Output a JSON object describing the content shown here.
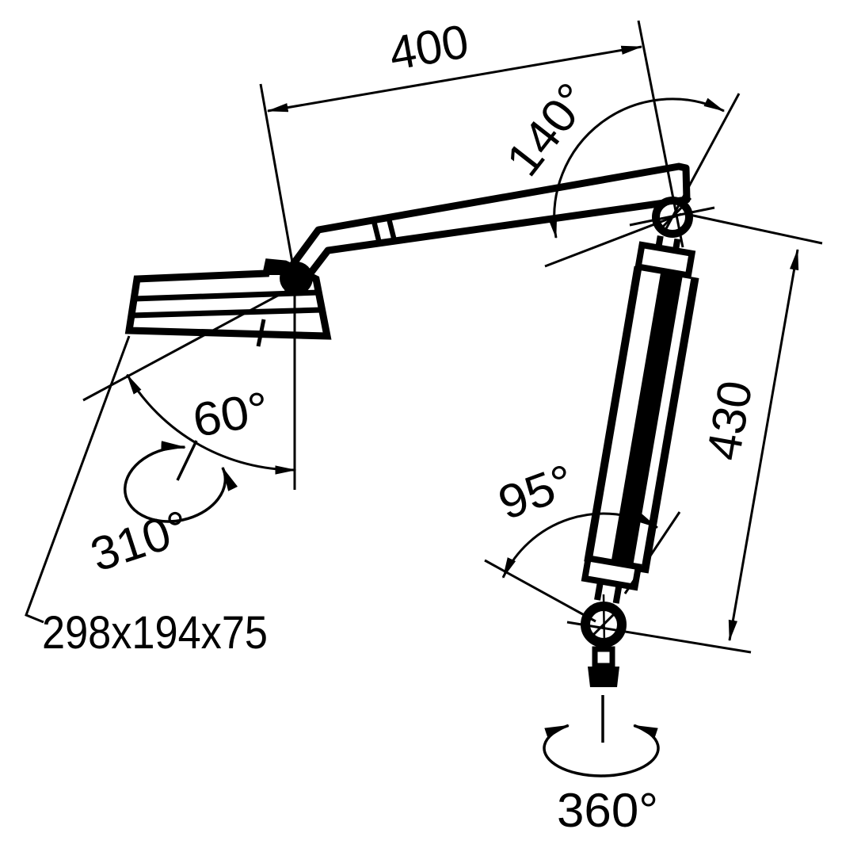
{
  "drawing": {
    "kind": "technical-dimension-diagram",
    "subject": "articulated desk lamp with arm lengths and joint rotation ranges",
    "background_color": "#ffffff",
    "line_color": "#000000"
  },
  "labels": {
    "upper_arm_length": "400",
    "elbow_angle_range": "140°",
    "lower_arm_length": "430",
    "lower_joint_angle_range": "95°",
    "head_tilt_range": "60°",
    "head_rotation_range": "310°",
    "base_rotation_range": "360°",
    "head_dimensions": "298x194x75"
  }
}
